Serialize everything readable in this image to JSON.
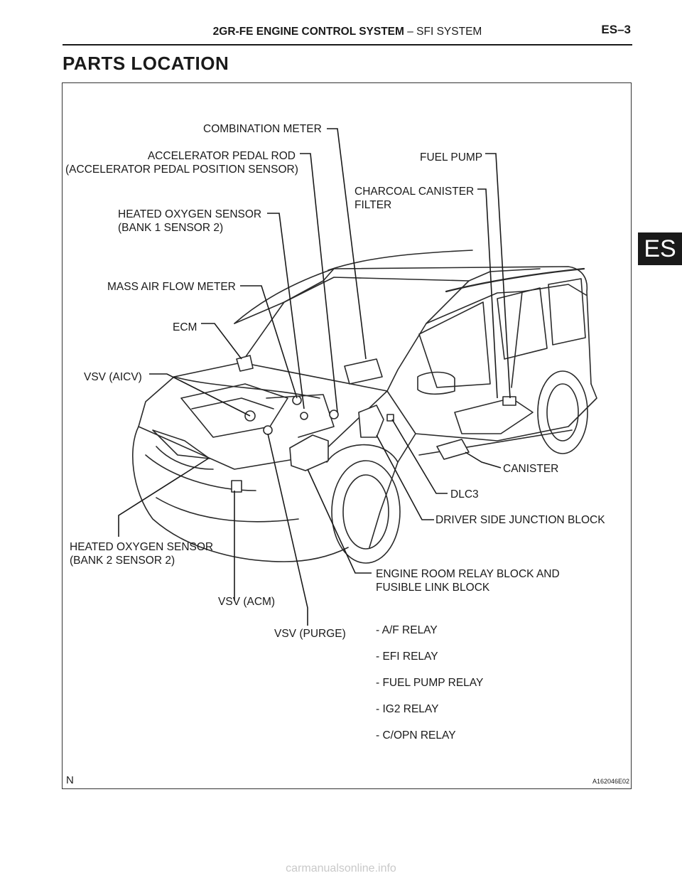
{
  "header": {
    "title_bold": "2GR-FE ENGINE CONTROL SYSTEM",
    "title_rest": " –  SFI SYSTEM",
    "page": "ES–3"
  },
  "section_title": "PARTS LOCATION",
  "side_tab": "ES",
  "labels": {
    "combination_meter": "COMBINATION METER",
    "accel_pedal_rod": "ACCELERATOR PEDAL ROD",
    "accel_pedal_rod_2": "(ACCELERATOR PEDAL POSITION SENSOR)",
    "fuel_pump": "FUEL PUMP",
    "charcoal_canister_filter": "CHARCOAL CANISTER",
    "charcoal_canister_filter_2": "FILTER",
    "ho2_bank1": "HEATED OXYGEN SENSOR",
    "ho2_bank1_2": "(BANK 1 SENSOR 2)",
    "mass_air_flow": "MASS AIR FLOW METER",
    "ecm": "ECM",
    "vsv_aicv": "VSV (AICV)",
    "canister": "CANISTER",
    "dlc3": "DLC3",
    "driver_jb": "DRIVER SIDE JUNCTION BLOCK",
    "ho2_bank2": "HEATED OXYGEN SENSOR",
    "ho2_bank2_2": "(BANK 2 SENSOR 2)",
    "engine_room_relay": "ENGINE ROOM RELAY BLOCK AND",
    "engine_room_relay_2": "FUSIBLE LINK BLOCK",
    "vsv_acm": "VSV (ACM)",
    "vsv_purge": "VSV (PURGE)"
  },
  "relays": [
    "- A/F RELAY",
    "- EFI RELAY",
    "- FUEL PUMP RELAY",
    "- IG2 RELAY",
    "- C/OPN RELAY"
  ],
  "corner_n": "N",
  "figure_code": "A162046E02",
  "footer": "carmanualsonline.info"
}
